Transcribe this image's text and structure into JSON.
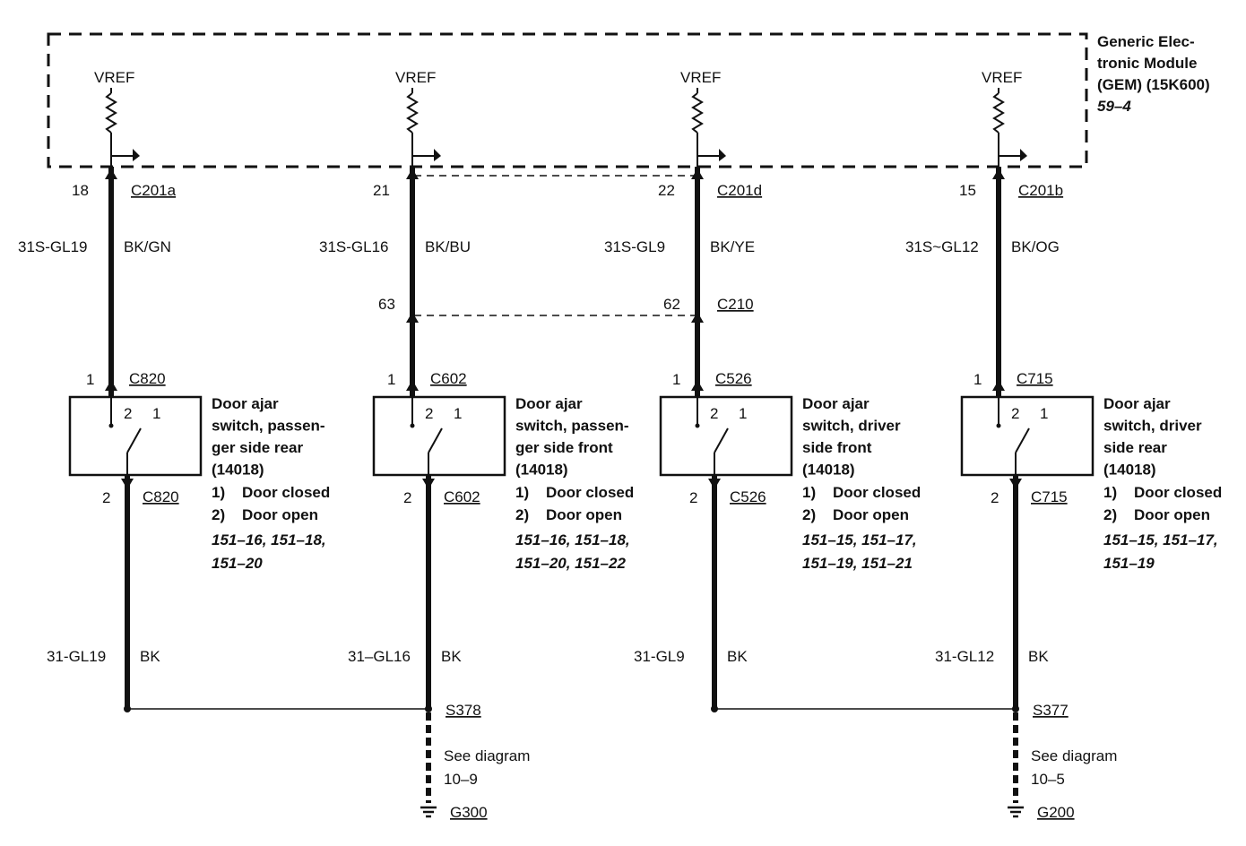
{
  "module": {
    "name_lines": [
      "Generic Elec-",
      "tronic Module",
      "(GEM) (15K600)"
    ],
    "page_ref": "59–4",
    "vref_label": "VREF"
  },
  "columns": [
    {
      "id": "passenger-rear",
      "gem_pin": "18",
      "gem_connector": "C201a",
      "circuit_top": "31S-GL19",
      "color_top": "BK/GN",
      "mid_pin": "",
      "mid_connector": "",
      "sw_pin_top": "1",
      "sw_connector_top": "C820",
      "sw_pin_bottom": "2",
      "sw_connector_bottom": "C820",
      "switch_pins": [
        "2",
        "1"
      ],
      "switch_title_lines": [
        "Door ajar",
        "switch, passen-",
        "ger side rear",
        "(14018)"
      ],
      "states": [
        {
          "num": "1)",
          "label": "Door closed"
        },
        {
          "num": "2)",
          "label": "Door open"
        }
      ],
      "refs_lines": [
        "151–16, 151–18,",
        "151–20"
      ],
      "circuit_bottom": "31-GL19",
      "color_bottom": "BK"
    },
    {
      "id": "passenger-front",
      "gem_pin": "21",
      "gem_connector": "",
      "circuit_top": "31S-GL16",
      "color_top": "BK/BU",
      "mid_pin": "63",
      "mid_connector": "",
      "sw_pin_top": "1",
      "sw_connector_top": "C602",
      "sw_pin_bottom": "2",
      "sw_connector_bottom": "C602",
      "switch_pins": [
        "2",
        "1"
      ],
      "switch_title_lines": [
        "Door ajar",
        "switch, passen-",
        "ger side front",
        "(14018)"
      ],
      "states": [
        {
          "num": "1)",
          "label": "Door closed"
        },
        {
          "num": "2)",
          "label": "Door open"
        }
      ],
      "refs_lines": [
        "151–16, 151–18,",
        "151–20, 151–22"
      ],
      "circuit_bottom": "31–GL16",
      "color_bottom": "BK"
    },
    {
      "id": "driver-front",
      "gem_pin": "22",
      "gem_connector": "C201d",
      "circuit_top": "31S-GL9",
      "color_top": "BK/YE",
      "mid_pin": "62",
      "mid_connector": "C210",
      "sw_pin_top": "1",
      "sw_connector_top": "C526",
      "sw_pin_bottom": "2",
      "sw_connector_bottom": "C526",
      "switch_pins": [
        "2",
        "1"
      ],
      "switch_title_lines": [
        "Door ajar",
        "switch, driver",
        "side front",
        "(14018)"
      ],
      "states": [
        {
          "num": "1)",
          "label": "Door closed"
        },
        {
          "num": "2)",
          "label": "Door open"
        }
      ],
      "refs_lines": [
        "151–15, 151–17,",
        "151–19, 151–21"
      ],
      "circuit_bottom": "31-GL9",
      "color_bottom": "BK"
    },
    {
      "id": "driver-rear",
      "gem_pin": "15",
      "gem_connector": "C201b",
      "circuit_top": "31S~GL12",
      "color_top": "BK/OG",
      "mid_pin": "",
      "mid_connector": "",
      "sw_pin_top": "1",
      "sw_connector_top": "C715",
      "sw_pin_bottom": "2",
      "sw_connector_bottom": "C715",
      "switch_pins": [
        "2",
        "1"
      ],
      "switch_title_lines": [
        "Door ajar",
        "switch, driver",
        "side rear",
        "(14018)"
      ],
      "states": [
        {
          "num": "1)",
          "label": "Door closed"
        },
        {
          "num": "2)",
          "label": "Door open"
        }
      ],
      "refs_lines": [
        "151–15, 151–17,",
        "151–19"
      ],
      "circuit_bottom": "31-GL12",
      "color_bottom": "BK"
    }
  ],
  "splices": [
    {
      "id": "S378",
      "label": "S378",
      "see_diagram": "See diagram",
      "diagram_ref": "10–9",
      "ground": "G300"
    },
    {
      "id": "S377",
      "label": "S377",
      "see_diagram": "See diagram",
      "diagram_ref": "10–5",
      "ground": "G200"
    }
  ]
}
